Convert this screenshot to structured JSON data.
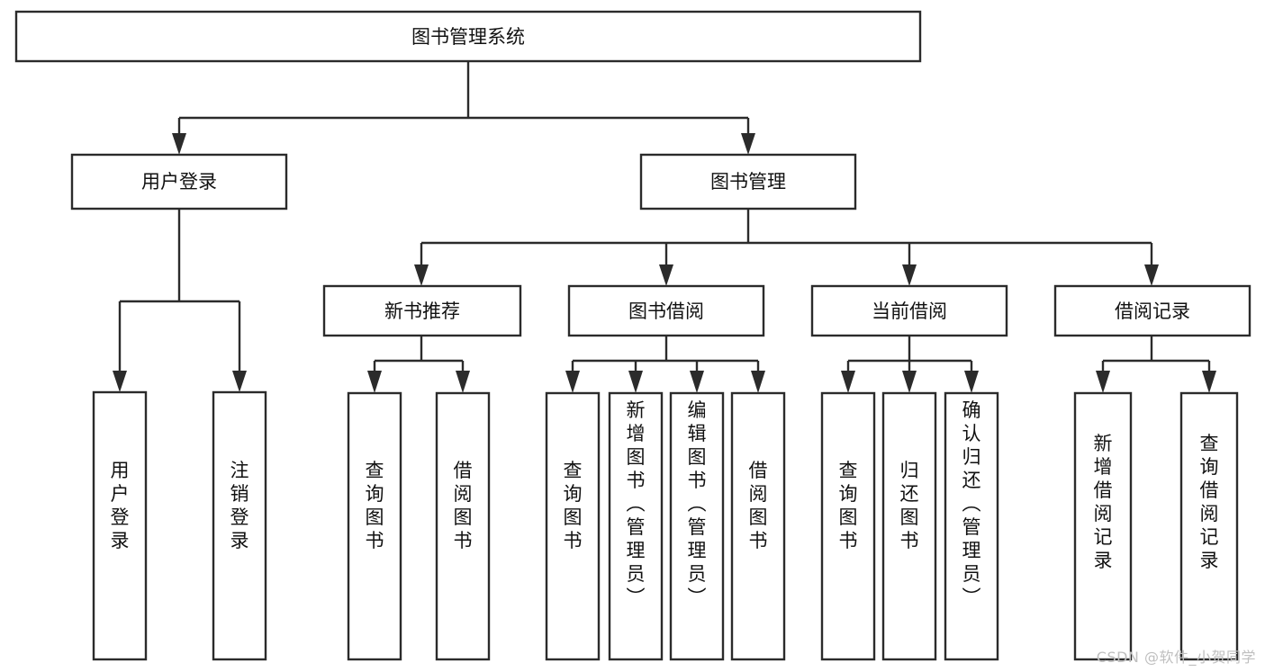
{
  "diagram": {
    "type": "tree",
    "title": "图书管理系统",
    "watermark": "CSDN @软件_小贺同学",
    "colors": {
      "stroke": "#2b2b2b",
      "fill": "#ffffff",
      "text": "#111111",
      "watermark": "#bfbfbf"
    },
    "nodes": {
      "root": {
        "label": "图书管理系统",
        "orientation": "horizontal"
      },
      "level2": [
        {
          "label": "用户登录",
          "orientation": "horizontal"
        },
        {
          "label": "图书管理",
          "orientation": "horizontal"
        }
      ],
      "level3": [
        {
          "label": "新书推荐",
          "orientation": "horizontal"
        },
        {
          "label": "图书借阅",
          "orientation": "horizontal"
        },
        {
          "label": "当前借阅",
          "orientation": "horizontal"
        },
        {
          "label": "借阅记录",
          "orientation": "horizontal"
        }
      ],
      "leaves_user_login": [
        {
          "label": "用户登录",
          "orientation": "vertical"
        },
        {
          "label": "注销登录",
          "orientation": "vertical"
        }
      ],
      "leaves_new_book": [
        {
          "label": "查询图书",
          "orientation": "vertical"
        },
        {
          "label": "借阅图书",
          "orientation": "vertical"
        }
      ],
      "leaves_borrow": [
        {
          "label": "查询图书",
          "orientation": "vertical"
        },
        {
          "label": "新增图书（管理员）",
          "orientation": "vertical"
        },
        {
          "label": "编辑图书（管理员）",
          "orientation": "vertical"
        },
        {
          "label": "借阅图书",
          "orientation": "vertical"
        }
      ],
      "leaves_current": [
        {
          "label": "查询图书",
          "orientation": "vertical"
        },
        {
          "label": "归还图书",
          "orientation": "vertical"
        },
        {
          "label": "确认归还（管理员）",
          "orientation": "vertical"
        }
      ],
      "leaves_records": [
        {
          "label": "新增借阅记录",
          "orientation": "vertical"
        },
        {
          "label": "查询借阅记录",
          "orientation": "vertical"
        }
      ]
    },
    "edges": [
      {
        "from": "图书管理系统",
        "to": "用户登录"
      },
      {
        "from": "图书管理系统",
        "to": "图书管理"
      },
      {
        "from": "用户登录",
        "to": "用户登录"
      },
      {
        "from": "用户登录",
        "to": "注销登录"
      },
      {
        "from": "图书管理",
        "to": "新书推荐"
      },
      {
        "from": "图书管理",
        "to": "图书借阅"
      },
      {
        "from": "图书管理",
        "to": "当前借阅"
      },
      {
        "from": "图书管理",
        "to": "借阅记录"
      },
      {
        "from": "新书推荐",
        "to": "查询图书"
      },
      {
        "from": "新书推荐",
        "to": "借阅图书"
      },
      {
        "from": "图书借阅",
        "to": "查询图书"
      },
      {
        "from": "图书借阅",
        "to": "新增图书（管理员）"
      },
      {
        "from": "图书借阅",
        "to": "编辑图书（管理员）"
      },
      {
        "from": "图书借阅",
        "to": "借阅图书"
      },
      {
        "from": "当前借阅",
        "to": "查询图书"
      },
      {
        "from": "当前借阅",
        "to": "归还图书"
      },
      {
        "from": "当前借阅",
        "to": "确认归还（管理员）"
      },
      {
        "from": "借阅记录",
        "to": "新增借阅记录"
      },
      {
        "from": "借阅记录",
        "to": "查询借阅记录"
      }
    ]
  }
}
